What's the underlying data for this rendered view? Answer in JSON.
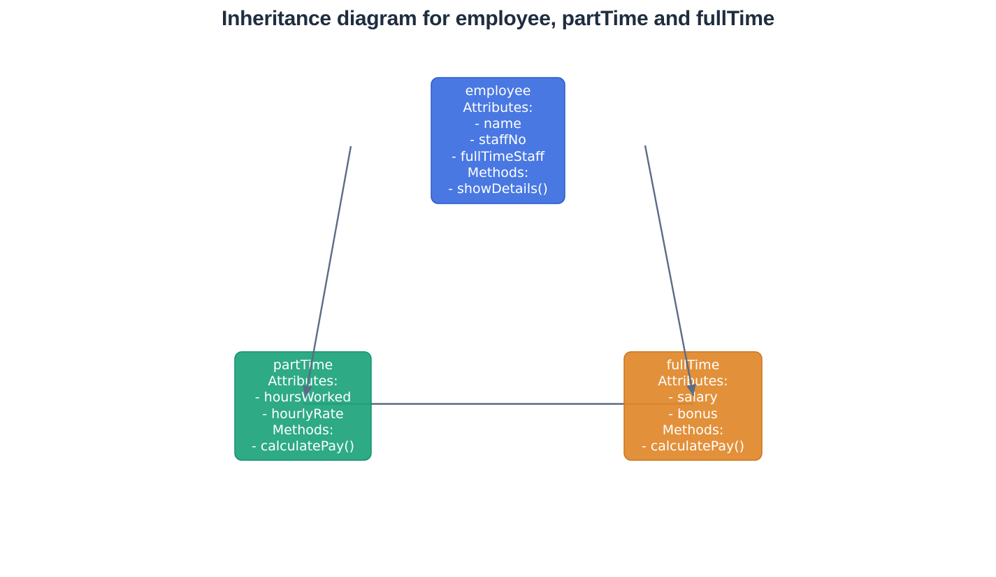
{
  "title": "Inheritance diagram for employee, partTime and fullTime",
  "title_color": "#1f2d3f",
  "background_color": "#ffffff",
  "text_color": "#ffffff",
  "edge_color": "#5b6c86",
  "nodes": {
    "employee": {
      "label": "employee",
      "lines": [
        "employee",
        "Attributes:",
        "- name",
        "- staffNo",
        "- fullTimeStaff",
        "Methods:",
        "- showDetails()"
      ],
      "fill": "#3b6ee0",
      "border": "#2c5bc7"
    },
    "partTime": {
      "label": "partTime",
      "lines": [
        "partTime",
        "Attributes:",
        "- hoursWorked",
        "- hourlyRate",
        "Methods:",
        "- calculatePay()"
      ],
      "fill": "#1ea47c",
      "border": "#15916b"
    },
    "fullTime": {
      "label": "fullTime",
      "lines": [
        "fullTime",
        "Attributes:",
        "- salary",
        "- bonus",
        "Methods:",
        "- calculatePay()"
      ],
      "fill": "#e0882b",
      "border": "#c9761d"
    }
  },
  "edges": [
    {
      "from": "employee",
      "to": "partTime",
      "style": "arrow"
    },
    {
      "from": "employee",
      "to": "fullTime",
      "style": "arrow"
    },
    {
      "from": "partTime",
      "to": "fullTime",
      "style": "line"
    }
  ]
}
